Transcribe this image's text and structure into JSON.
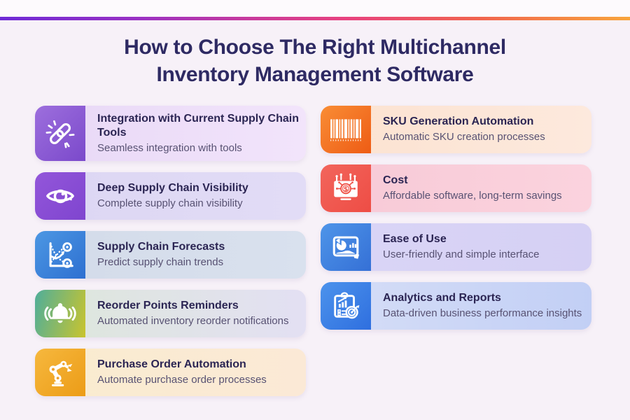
{
  "header": {
    "title_line1": "How to Choose The Right Multichannel",
    "title_line2": "Inventory Management Software"
  },
  "theme": {
    "background": "#f7f1f8",
    "top_strip": "#fdfafd",
    "accent_bar_gradient": [
      "#6e2ad6",
      "#c93a9c",
      "#e8427f",
      "#f1644f",
      "#f8a43c"
    ],
    "title_color": "#2e2a63",
    "card_title_color": "#2b2553",
    "card_description_color": "#585273"
  },
  "cards": [
    {
      "icon": "chain-link-icon",
      "title": "Integration with Current Supply Chain Tools",
      "description": "Seamless integration with tools",
      "tile_color": "#8a5bd4",
      "card_color": "#ecddf8",
      "column": "left"
    },
    {
      "icon": "eye-icon",
      "title": "Deep Supply Chain Visibility",
      "description": "Complete supply chain visibility",
      "tile_color": "#884dd3",
      "card_color": "#ded8f4",
      "column": "left"
    },
    {
      "icon": "forecast-chart-icon",
      "title": "Supply Chain Forecasts",
      "description": "Predict supply chain trends",
      "tile_color": "#3c83da",
      "card_color": "#d5ddeb",
      "column": "left"
    },
    {
      "icon": "bell-icon",
      "title": "Reorder Points Reminders",
      "description": "Automated inventory reorder notifications",
      "tile_color": "#8cba64",
      "card_color": "#e0e4e6",
      "column": "left"
    },
    {
      "icon": "robot-arm-icon",
      "title": "Purchase Order Automation",
      "description": "Automate purchase order processes",
      "tile_color": "#f1a92b",
      "card_color": "#faebd2",
      "column": "left"
    },
    {
      "icon": "barcode-icon",
      "title": "SKU Generation Automation",
      "description": "Automatic SKU creation processes",
      "tile_color": "#f47425",
      "card_color": "#fce5d6",
      "column": "right"
    },
    {
      "icon": "cost-monitor-icon",
      "title": "Cost",
      "description": "Affordable software, long-term savings",
      "tile_color": "#f05a51",
      "card_color": "#f8ccd9",
      "column": "right"
    },
    {
      "icon": "dashboard-icon",
      "title": "Ease of Use",
      "description": "User-friendly and simple interface",
      "tile_color": "#4283e0",
      "card_color": "#d9d4f5",
      "column": "right"
    },
    {
      "icon": "analytics-target-icon",
      "title": "Analytics and Reports",
      "description": "Data-driven business performance insights",
      "tile_color": "#3d81e6",
      "card_color": "#cdd7f6",
      "column": "right"
    }
  ]
}
